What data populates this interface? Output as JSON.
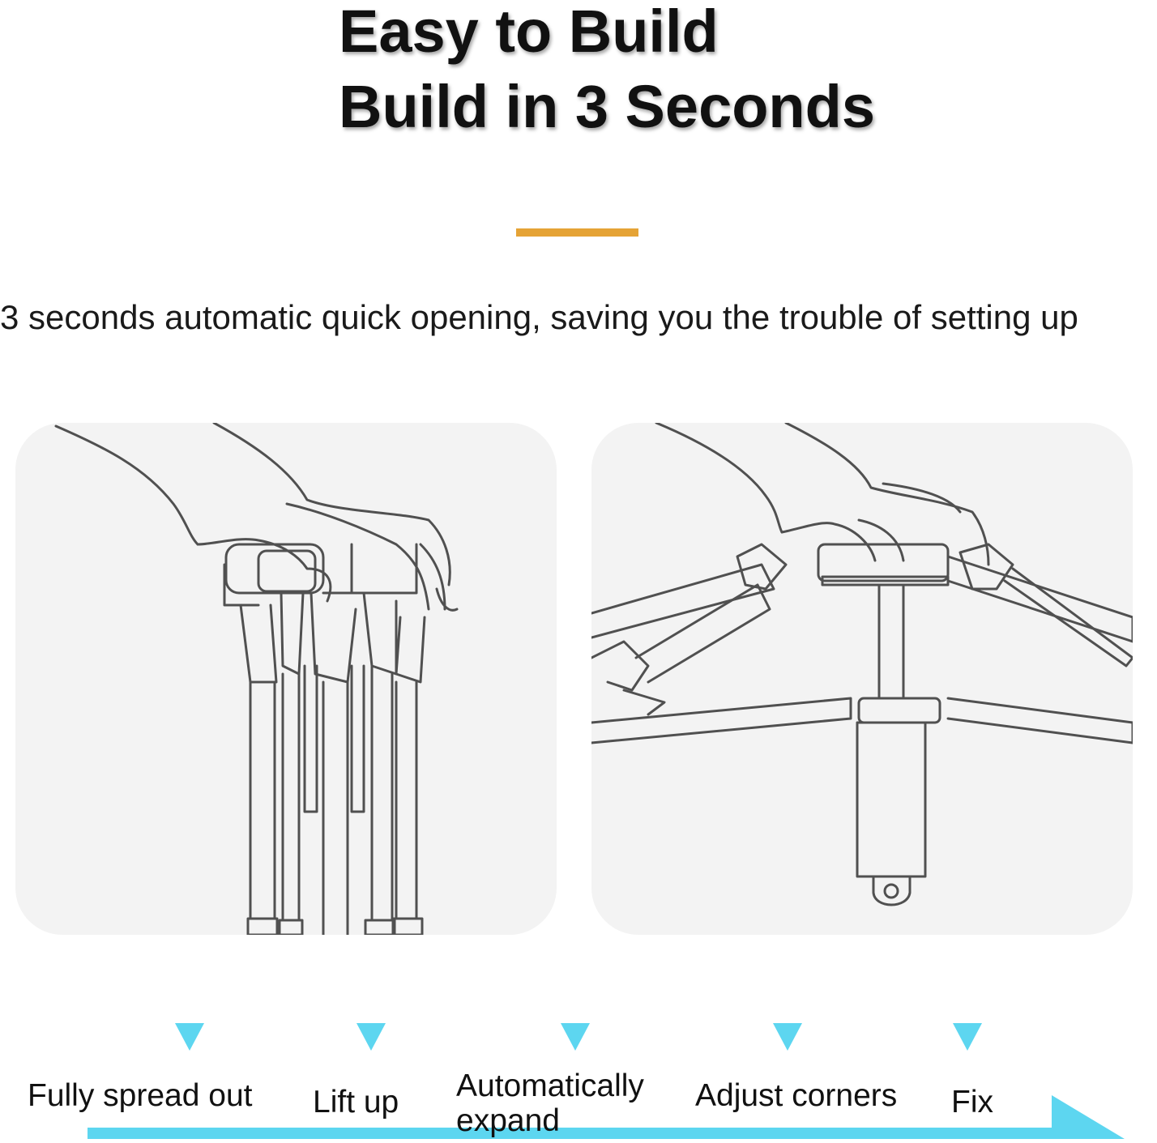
{
  "header": {
    "title_line1": "Easy to Build",
    "title_line2": "Build in 3 Seconds",
    "subtitle": "3 seconds automatic quick opening, saving you the trouble of setting up"
  },
  "colors": {
    "divider": "#e5a336",
    "marker": "#5dd6f0",
    "arrow": "#5dd6f0",
    "panel": "#f3f3f3"
  },
  "illustrations": [
    {
      "id": "hand-on-folded-frame"
    },
    {
      "id": "hand-on-expanded-frame"
    }
  ],
  "steps": [
    {
      "label": "Fully spread out"
    },
    {
      "label": "Lift up"
    },
    {
      "label_line1": "Automatically",
      "label_line2": "expand"
    },
    {
      "label": "Adjust corners"
    },
    {
      "label": "Fix"
    }
  ]
}
